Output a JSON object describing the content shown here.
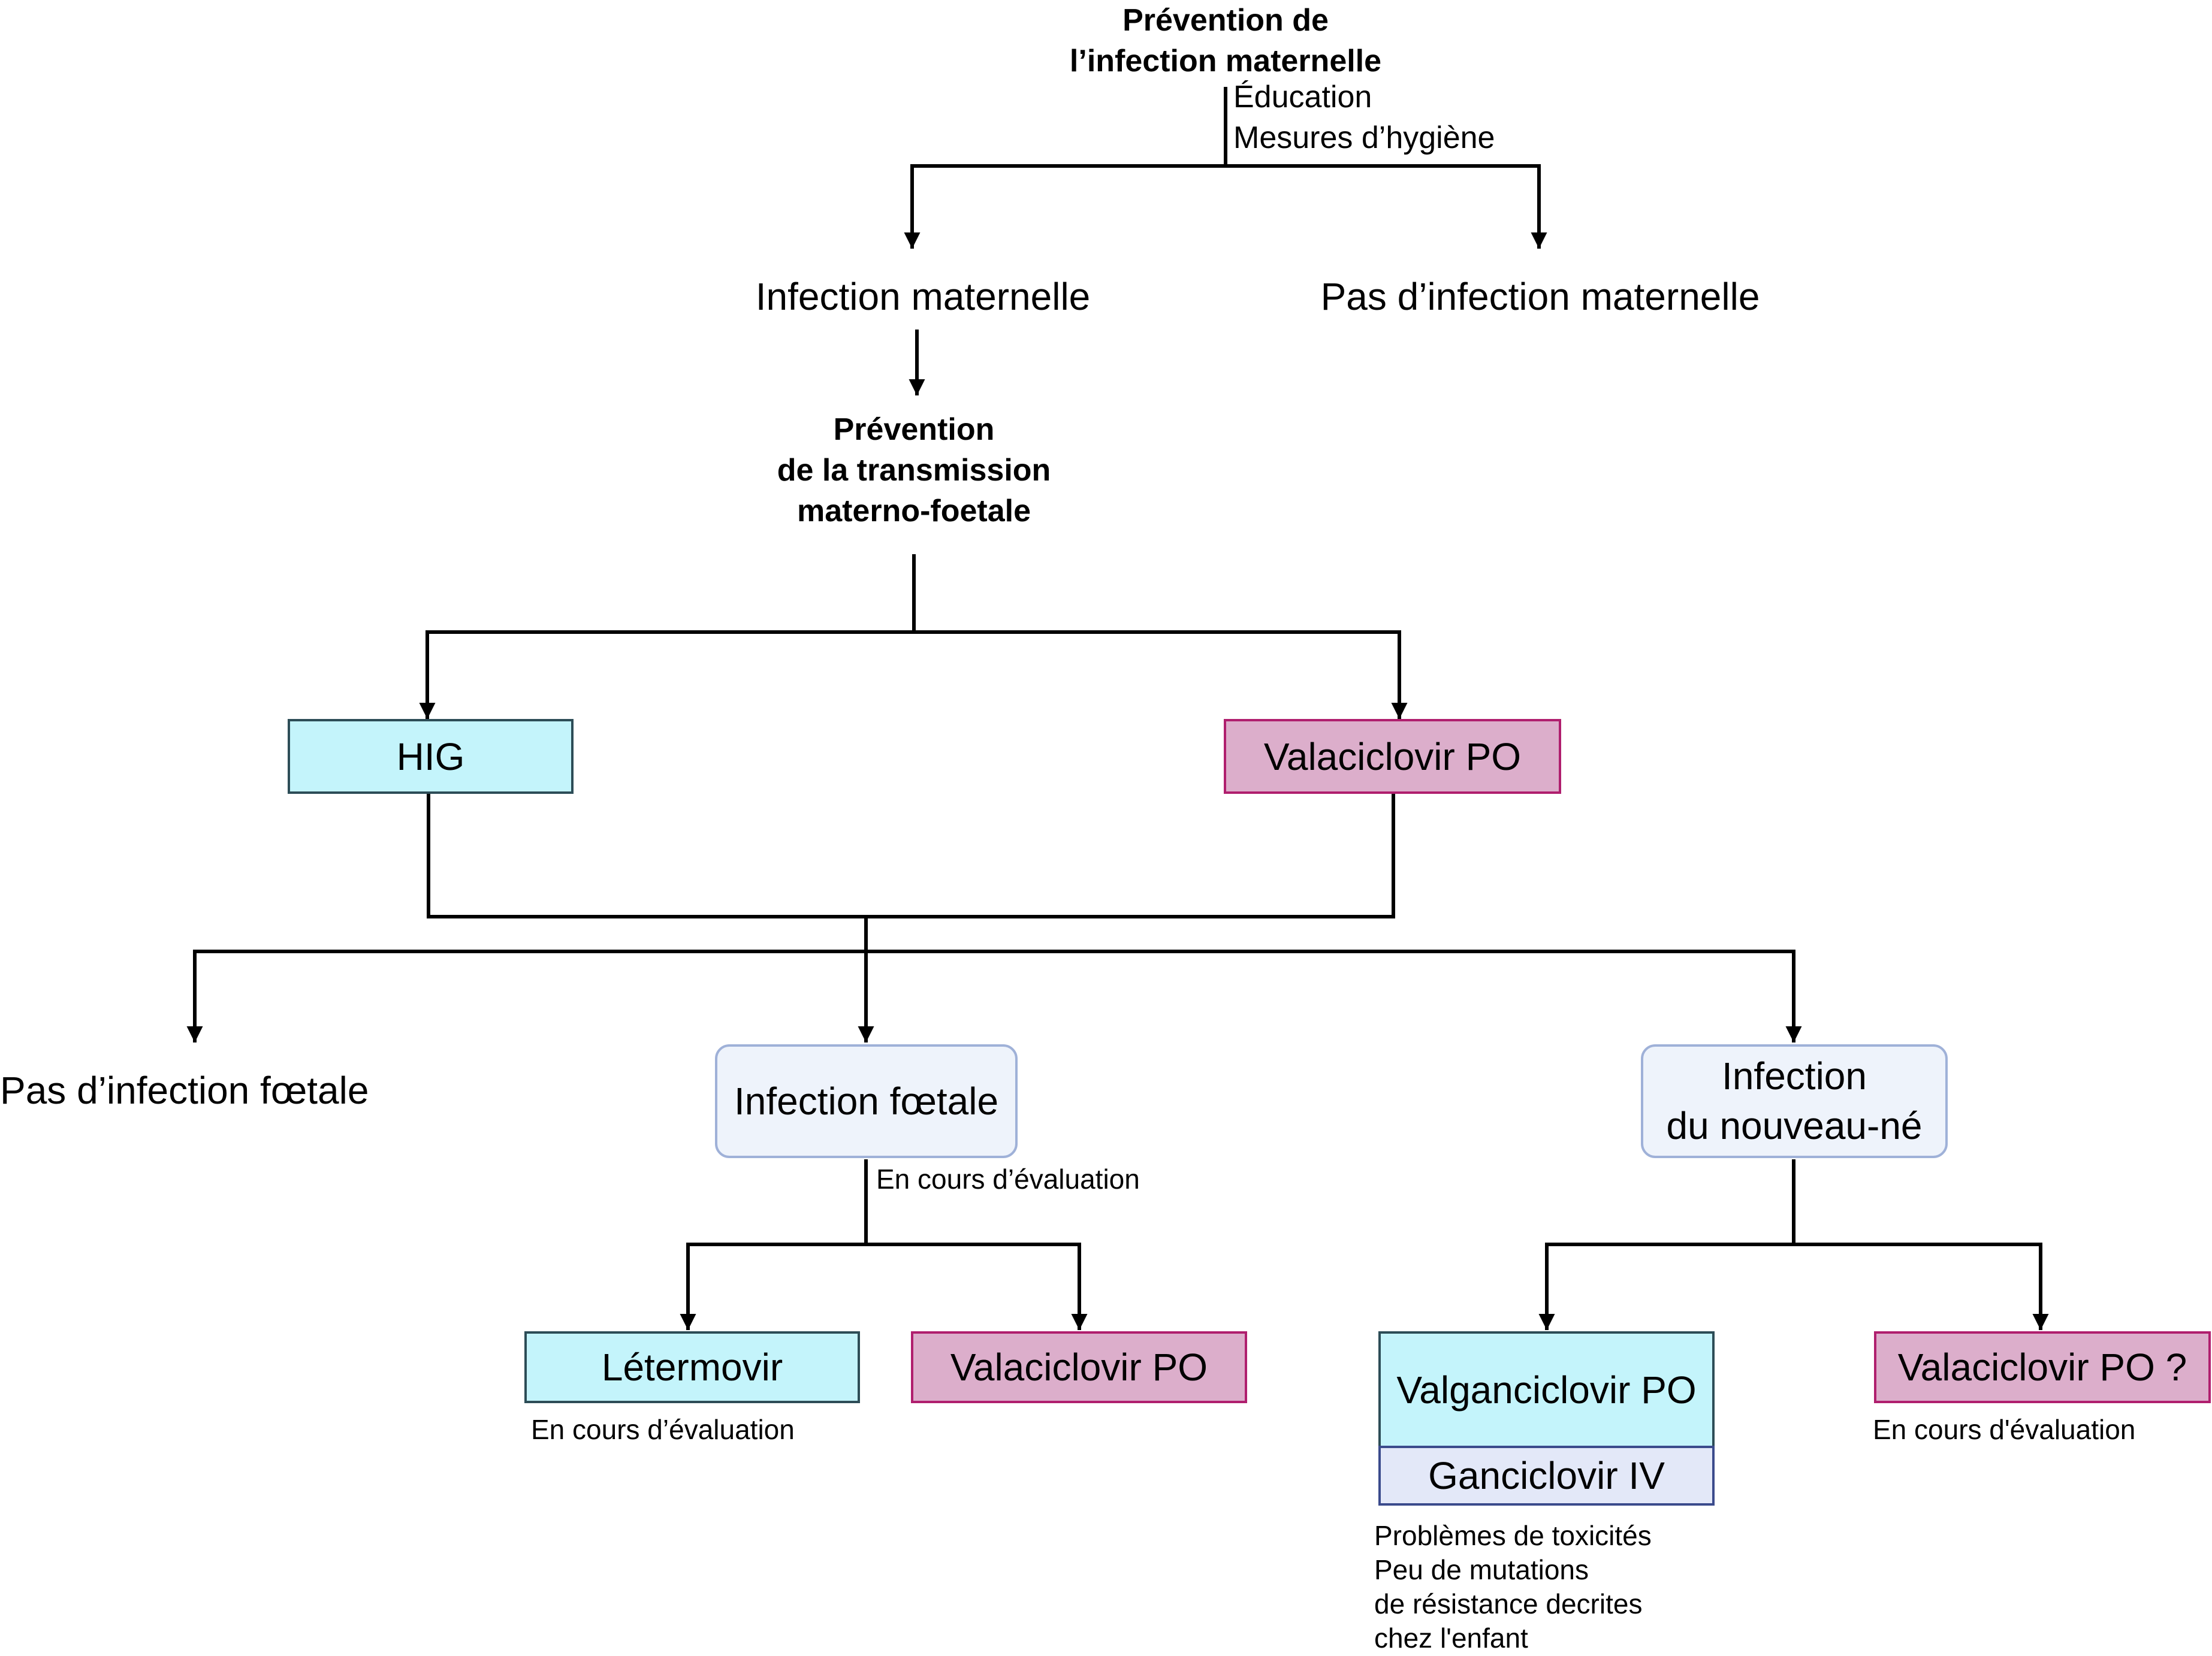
{
  "prevention_maternal": {
    "title_line1": "Prévention de",
    "title_line2": "l’infection maternelle",
    "note_line1": "Éducation",
    "note_line2": "Mesures d’hygiène"
  },
  "maternal_infection": "Infection maternelle",
  "no_maternal_infection": "Pas d’infection maternelle",
  "prevention_transmission": {
    "line1": "Prévention",
    "line2": "de la transmission",
    "line3": "materno-foetale"
  },
  "hig": "HIG",
  "valaciclovir_prevention": "Valaciclovir PO",
  "no_fetal_infection": "Pas d’infection fœtale",
  "fetal_infection": {
    "label": "Infection fœtale",
    "note": "En cours d’évaluation"
  },
  "letermovir": {
    "label": "Létermovir",
    "note": "En cours d’évaluation"
  },
  "valaciclovir_fetal": "Valaciclovir PO",
  "newborn_infection": {
    "line1": "Infection",
    "line2": "du nouveau-né"
  },
  "valganciclovir": "Valganciclovir PO",
  "ganciclovir": "Ganciclovir IV",
  "ganciclovir_notes": [
    "Problèmes de toxicités",
    "Peu de mutations",
    "de résistance decrites",
    "chez l'enfant"
  ],
  "valaciclovir_newborn": {
    "label": "Valaciclovir PO ?",
    "note": "En cours d'évaluation"
  },
  "colors": {
    "cyan_fill": "#c4f4fb",
    "pink_fill": "#dcaecb",
    "pink_border": "#b01f6e",
    "lavender_fill": "#e3e8f8",
    "rounded_fill": "#eef3fb",
    "rounded_border": "#9fb1d8"
  }
}
